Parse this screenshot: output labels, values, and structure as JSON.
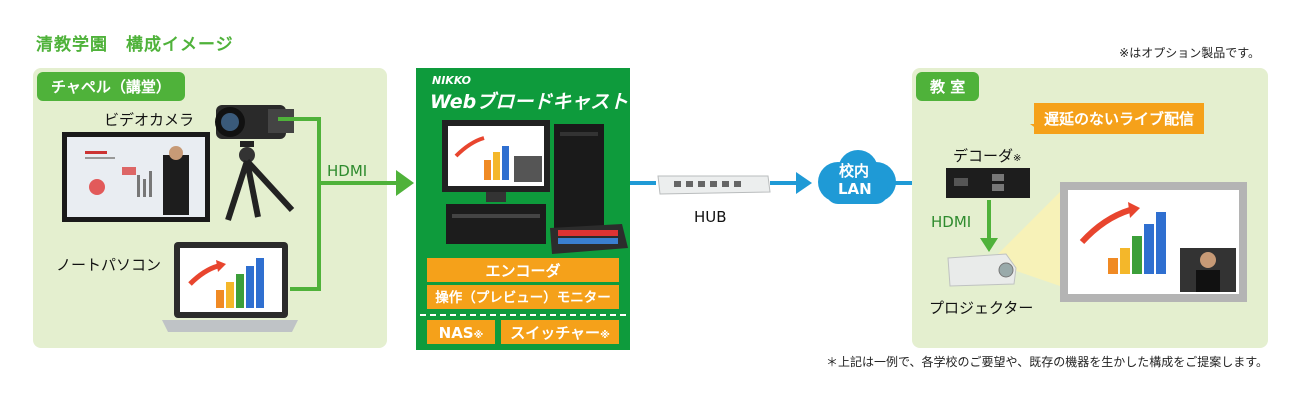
{
  "title": "清教学園　構成イメージ",
  "note_top": "※はオプション製品です。",
  "note_bottom": "＊上記は一例で、各学校のご要望や、既存の機器を生かした構成をご提案します。",
  "chapel": {
    "tag": "チャペル（講堂）",
    "camera_label": "ビデオカメラ",
    "pc_label": "ノートパソコン",
    "hdmi_label": "HDMI"
  },
  "center": {
    "brand": "NIKKO",
    "product": "Webブロードキャスト",
    "encoder": "エンコーダ",
    "operation": "操作（プレビュー）モニター",
    "nas": "NAS",
    "nas_mark": "※",
    "switcher": "スイッチャー",
    "switcher_mark": "※"
  },
  "network": {
    "hub_label": "HUB",
    "lan_line1": "校内",
    "lan_line2": "LAN"
  },
  "classroom": {
    "tag": "教 室",
    "callout": "遅延のないライブ配信",
    "decoder_label": "デコーダ",
    "decoder_mark": "※",
    "hdmi_label": "HDMI",
    "projector_label": "プロジェクター"
  },
  "colors": {
    "accent_green": "#4fb23a",
    "dark_green": "#0e9b3c",
    "orange": "#f5a11a",
    "blue": "#1f9ad6",
    "panel_bg": "#e4efcf"
  }
}
